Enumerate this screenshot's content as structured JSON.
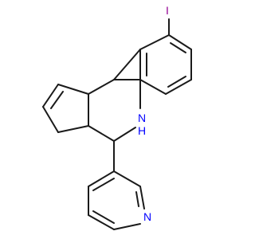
{
  "molecule": {
    "atoms": [
      {
        "id": "iodine",
        "label": "I",
        "color": "#940094"
      },
      {
        "id": "amine",
        "label": "N",
        "color": "#0000ff"
      },
      {
        "id": "amine-h",
        "label": "H",
        "color": "#0000ff"
      },
      {
        "id": "pyridine-n",
        "label": "N",
        "color": "#0000ff"
      }
    ],
    "bond_color": "#1a1a1a"
  }
}
